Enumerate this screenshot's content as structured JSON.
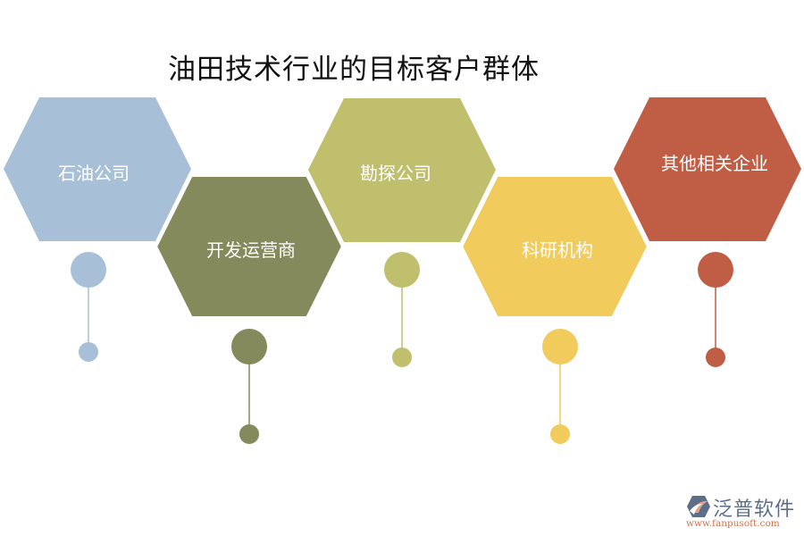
{
  "title": "油田技术行业的目标客户群体",
  "colors": {
    "blue": "#a7c0d8",
    "olive_dark": "#858a5c",
    "olive_light": "#bfbf6e",
    "yellow": "#f1cb5c",
    "red": "#c05e45"
  },
  "nodes": [
    {
      "label": "石油公司",
      "color": "#a7c0d8",
      "icon": "hexagon"
    },
    {
      "label": "开发运营商",
      "color": "#858a5c",
      "icon": "hexagon"
    },
    {
      "label": "勘探公司",
      "color": "#bfbf6e",
      "icon": "hexagon"
    },
    {
      "label": "科研机构",
      "color": "#f1cb5c",
      "icon": "hexagon"
    },
    {
      "label": "其他相关企业",
      "color": "#c05e45",
      "icon": "hexagon"
    }
  ],
  "watermark": {
    "brand": "泛普软件",
    "url": "www.fanpusoft.com",
    "icon": "fanpu-logo-icon"
  }
}
